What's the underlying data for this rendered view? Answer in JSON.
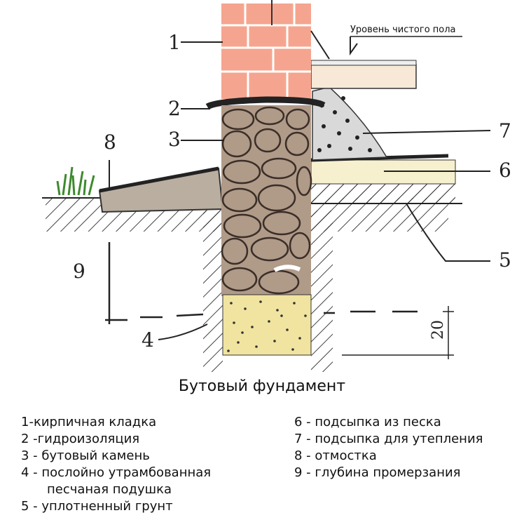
{
  "diagram": {
    "floor_level_label": "Уровень чистого пола",
    "callouts": [
      "1",
      "2",
      "3",
      "4",
      "5",
      "6",
      "7",
      "8",
      "9"
    ],
    "dimension_label": "20",
    "colors": {
      "brick": "#f5a58f",
      "stone": "#b09a88",
      "sand_cushion": "#f0e4a0",
      "sand_fill": "#f7f0cf",
      "insulation_fill": "#d9d9d9",
      "blind_area": "#b9aea0",
      "grass": "#3d8a2e"
    }
  },
  "title": "Бутовый фундамент",
  "legend": {
    "left": [
      "1-кирпичная кладка",
      "2 -гидроизоляция",
      "3 - бутовый камень",
      "4 - послойно утрамбованная",
      "песчаная подушка",
      "5 - уплотненный грунт"
    ],
    "right": [
      "6 - подсыпка из песка",
      "7 - подсыпка для утепления",
      " 8 - отмостка",
      "9  - глубина промерзания"
    ]
  }
}
